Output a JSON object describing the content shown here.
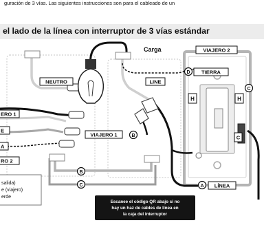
{
  "intro_text": "guración de 3 vías. Las siguientes instrucciones son para el cableado de un",
  "title": "el lado de la línea con interruptor de 3 vías estándar",
  "labels": {
    "carga": "Carga",
    "neutro": "NEUTRO",
    "line": "LINE",
    "viajero_1": "VIAJERO 1",
    "viajero_2": "VIAJERO 2",
    "tierra": "TIERRA",
    "linea": "LÍNEA",
    "marker_a": "A",
    "marker_b": "B",
    "marker_c": "C",
    "marker_d": "D",
    "marker_h": "H"
  },
  "left_wire_labels": [
    "ERO 1",
    "E",
    "A",
    "RO 2"
  ],
  "legend": {
    "line1": "salida)",
    "line2": "e (viajero)",
    "line3": "erde"
  },
  "qr_note": {
    "line1": "Escanee el código QR abajo si no",
    "line2": "hay un haz de cables de línea en",
    "line3": "la caja del interruptor"
  },
  "colors": {
    "title_band": "#ececec",
    "wire_white": "#d8d8d8",
    "wire_gray": "#a8a8a8",
    "wire_black": "#111111",
    "note_bg": "#141414"
  }
}
